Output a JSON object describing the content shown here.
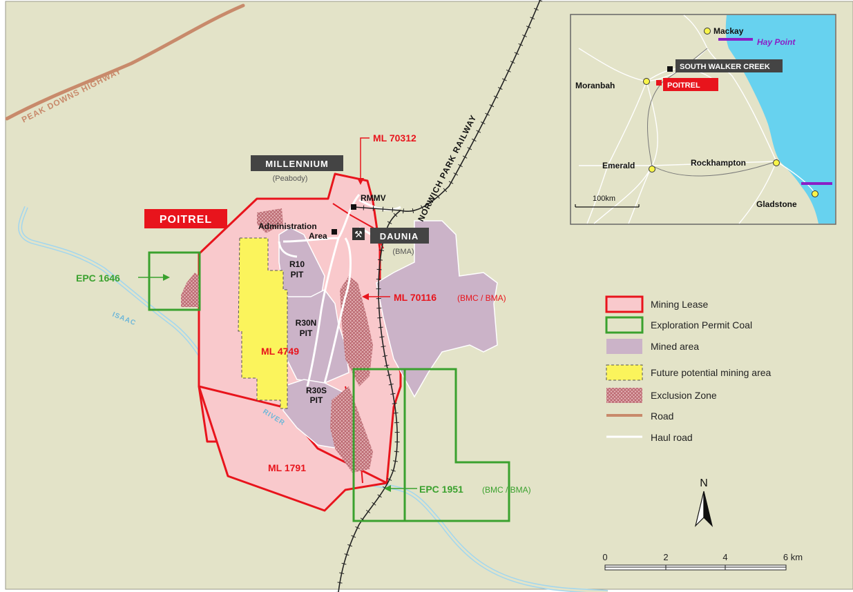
{
  "map": {
    "region_labels": {
      "poitrel": "POITREL",
      "millennium": "MILLENNIUM",
      "millennium_sub": "(Peabody)",
      "daunia": "DAUNIA",
      "daunia_sub": "(BMA)"
    },
    "lease_labels": {
      "ml_70312": "ML 70312",
      "ml_70116": "ML 70116",
      "ml_70116_sub": "(BMC / BMA)",
      "ml_4749": "ML 4749",
      "ml_1791": "ML 1791"
    },
    "permit_labels": {
      "epc_1646": "EPC 1646",
      "epc_1951": "EPC 1951",
      "epc_1951_sub": "(BMC / BMA)"
    },
    "facility_labels": {
      "rmmv": "RMMV",
      "admin_line1": "Administration",
      "admin_line2": "Area"
    },
    "pit_labels": {
      "r10_line1": "R10",
      "r10_line2": "PIT",
      "r30n_line1": "R30N",
      "r30n_line2": "PIT",
      "r30s_line1": "R30S",
      "r30s_line2": "PIT"
    },
    "feature_labels": {
      "highway": "PEAK DOWNS HIGHWAY",
      "railway": "NORWICH PARK RAILWAY",
      "river_upper": "ISAAC",
      "river_lower": "RIVER"
    },
    "legend": {
      "items": [
        {
          "label": "Mining Lease"
        },
        {
          "label": "Exploration Permit Coal"
        },
        {
          "label": "Mined area"
        },
        {
          "label": "Future potential mining area"
        },
        {
          "label": "Exclusion Zone"
        },
        {
          "label": "Road"
        },
        {
          "label": "Haul road"
        }
      ]
    },
    "north_label": "N",
    "scale": {
      "ticks": [
        "0",
        "2",
        "4",
        "6 km"
      ]
    },
    "inset": {
      "mackay": "Mackay",
      "hay_point": "Hay Point",
      "south_walker_creek": "SOUTH WALKER CREEK",
      "moranbah": "Moranbah",
      "poitrel": "POITREL",
      "emerald": "Emerald",
      "rockhampton": "Rockhampton",
      "gladstone": "Gladstone",
      "scale_label": "100km"
    },
    "colors": {
      "background": "#e3e3c8",
      "mining_lease_fill": "#f9c9cc",
      "mining_lease_stroke": "#e8141c",
      "exploration_stroke": "#3aa12e",
      "mined_area": "#cbb3c8",
      "future_area": "#fbf45c",
      "exclusion": "#c9858b",
      "road": "#c88a6b",
      "river": "#7cc3e6",
      "sea": "#67d2ef"
    }
  }
}
